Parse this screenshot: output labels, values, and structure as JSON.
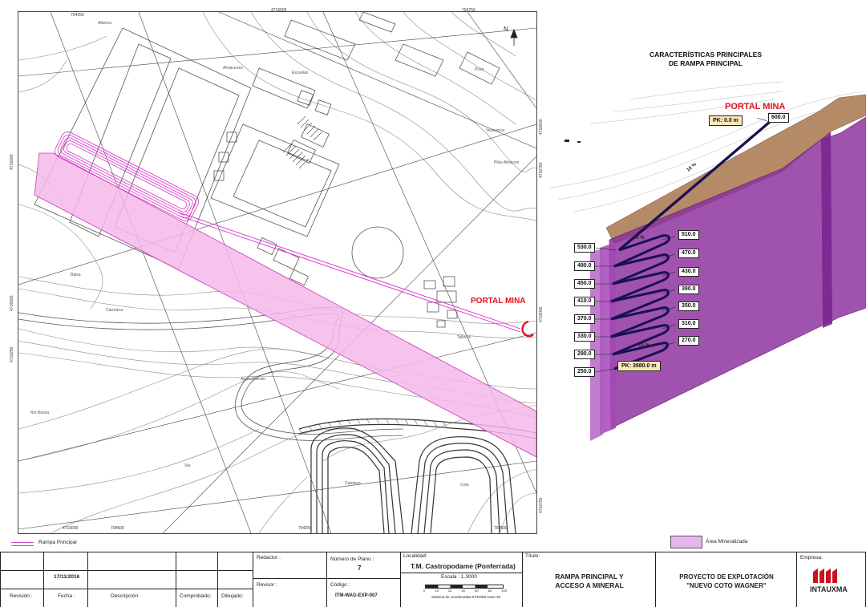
{
  "map": {
    "coords_top": [
      "704250",
      "4716500",
      "704750"
    ],
    "coords_bottom": [
      "4716000",
      "704500",
      "704250",
      "704500"
    ],
    "coords_right": [
      "4716500",
      "4716750",
      "4716000",
      "4716750"
    ],
    "coords_left": [
      "4716000",
      "4716500",
      "4716250"
    ],
    "area_labels": [
      "Alberca",
      "Escuelas",
      "Almacenes",
      "Pozo",
      "Vestuarios",
      "Pilas Almacen",
      "Balsa",
      "Carretera",
      "Aparcamiento",
      "Via",
      "Talleres",
      "Rio Boeza",
      "Caminos",
      "Cota"
    ],
    "portal_label": "PORTAL MINA",
    "north_label": "N"
  },
  "schematic": {
    "title_line1": "CARACTERÍSTICAS PRINCIPALES",
    "title_line2": "DE RAMPA PRINCIPAL",
    "portal_label": "PORTAL MINA",
    "pk_start": "PK: 0.0 m",
    "pk_end": "PK: 3980.0 m",
    "slope_labels": [
      "10 %",
      "10 %",
      "10 %"
    ],
    "left_levels": [
      "530.0",
      "490.0",
      "450.0",
      "410.0",
      "370.0",
      "330.0",
      "290.0",
      "250.0"
    ],
    "right_levels": [
      "600.0",
      "510.0",
      "470.0",
      "430.0",
      "390.0",
      "350.0",
      "310.0",
      "270.0"
    ]
  },
  "legend": {
    "ramp": "Rampa Principal",
    "mineralized": "Área Mineralizada"
  },
  "title_block": {
    "revision_label": "Revisión :",
    "date_label": "Fecha :",
    "description_label": "Descripción:",
    "checked_label": "Comprobado:",
    "drawn_label": "Dibujado:",
    "date_value": "17/11/2016",
    "redactor_label": "Redactor :",
    "revisor_label": "Revisor :",
    "plan_number_label": "Número de Plano :",
    "plan_number": "7",
    "code_label": "Código :",
    "code": "ITM-WAG-EXP-007",
    "location_label": "Localidad:",
    "location": "T.M. Castropodame (Ponferrada)",
    "scale": "Escala : 1.3000",
    "scale_ticks": [
      "0",
      "10",
      "20",
      "40",
      "60",
      "80",
      "100"
    ],
    "coord_system": "Sistema de coordenadas ETRS89 Huso 29",
    "title_label": "Título:",
    "title_line1": "RAMPA PRINCIPAL Y",
    "title_line2": "ACCESO A MINERAL",
    "project_line1": "PROYECTO  DE EXPLOTACIÓN",
    "project_line2": "\"NUEVO COTO WAGNER\"",
    "company_label": "Empresa:",
    "company": "INTAUXMA"
  },
  "colors": {
    "mineralized": "#e7b6ee",
    "mineralized_3d": "#8a2d9e",
    "ramp_line": "#d04cc4",
    "portal": "#e0121a",
    "ramp_3d": "#1a1050",
    "terrain": "#b58a66"
  }
}
